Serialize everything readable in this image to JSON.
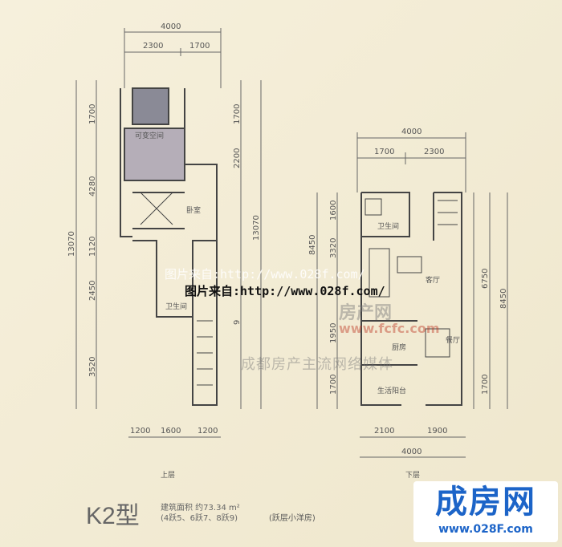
{
  "plan": {
    "type_label": "K2型",
    "area_text": "建筑面积  约73.34 m²",
    "units_text": "(4跃5、6跃7、8跃9)",
    "house_type": "(跃层小洋房)",
    "upper": {
      "label": "上层",
      "top_total": "4000",
      "top_parts": [
        "2300",
        "1700"
      ],
      "bottom_parts": [
        "1200",
        "1600",
        "1200"
      ],
      "left_total": "13070",
      "left_parts": [
        "1700",
        "4280",
        "1120",
        "2450",
        "3520"
      ],
      "right_total": "13070",
      "right_parts": [
        "1700",
        "2200"
      ],
      "partial": "9",
      "rooms": [
        "可变空间",
        "卧室",
        "卫生间"
      ]
    },
    "lower": {
      "label": "下层",
      "top_total": "4000",
      "top_parts": [
        "1700",
        "2300"
      ],
      "bottom_parts": [
        "2100",
        "1900"
      ],
      "bottom_total": "4000",
      "left_total": "8450",
      "left_parts": [
        "1600",
        "3320",
        "1950",
        "1700"
      ],
      "right_total": "8450",
      "right_inner": "6750",
      "right_parts": [
        "1700"
      ],
      "rooms": [
        "卫生间",
        "客厅",
        "厨房",
        "餐厅",
        "生活阳台"
      ]
    }
  },
  "watermarks": {
    "url_text": "图片来自:http://www.028f.com/",
    "brand": "房产网",
    "brand_url": "www.fcfc.com",
    "brand_slogan": "成都房产主流网络媒体"
  },
  "logo": {
    "name": "成房网",
    "url": "www.028F.com",
    "color": "#1c64c8"
  }
}
